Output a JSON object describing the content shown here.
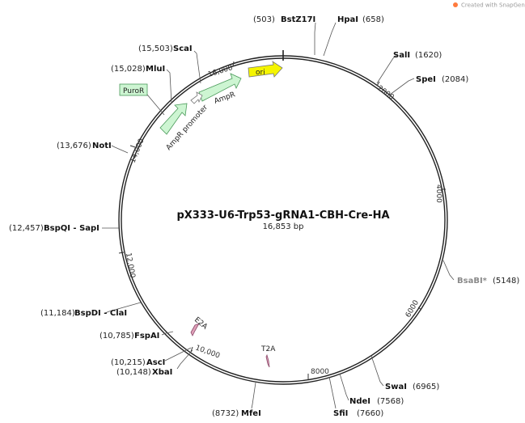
{
  "credit": "Created with SnapGene®",
  "plasmid": {
    "name": "pX333-U6-Trp53-gRNA1-CBH-Cre-HA",
    "size": "16,853 bp"
  },
  "sites": [
    {
      "id": "bstz17i",
      "pos": "(503)",
      "name": "BstZ17I"
    },
    {
      "id": "hpai",
      "name": "HpaI",
      "pos": "(658)"
    },
    {
      "id": "sali",
      "name": "SalI",
      "pos": "(1620)"
    },
    {
      "id": "spei",
      "name": "SpeI",
      "pos": "(2084)"
    },
    {
      "id": "bsabi",
      "name": "BsaBI*",
      "pos": "(5148)"
    },
    {
      "id": "swai",
      "name": "SwaI",
      "pos": "(6965)"
    },
    {
      "id": "ndei",
      "name": "NdeI",
      "pos": "(7568)"
    },
    {
      "id": "sfii",
      "name": "SfiI",
      "pos": "(7660)"
    },
    {
      "id": "mfei",
      "pos": "(8732)",
      "name": "MfeI"
    },
    {
      "id": "xbai",
      "pos": "(10,148)",
      "name": "XbaI"
    },
    {
      "id": "asci",
      "pos": "(10,215)",
      "name": "AscI"
    },
    {
      "id": "fspai",
      "pos": "(10,785)",
      "name": "FspAI"
    },
    {
      "id": "bspdi",
      "pos": "(11,184)",
      "name": "BspDI - ClaI"
    },
    {
      "id": "bspqi",
      "pos": "(12,457)",
      "name": "BspQI - SapI"
    },
    {
      "id": "noti",
      "pos": "(13,676)",
      "name": "NotI"
    },
    {
      "id": "mlui",
      "pos": "(15,028)",
      "name": "MluI"
    },
    {
      "id": "scai",
      "pos": "(15,503)",
      "name": "ScaI"
    }
  ],
  "ticks": [
    "2000",
    "4000",
    "6000",
    "8000",
    "10,000",
    "12,000",
    "14,000",
    "16,000"
  ],
  "features": {
    "ori": "ori",
    "ampr": "AmpR",
    "ampr_promoter": "AmpR promoter",
    "puror": "PuroR",
    "e2a": "E2A",
    "t2a": "T2A"
  },
  "colors": {
    "backbone": "#222222",
    "ori": "#f5f500",
    "ampr": "#cdf5d2",
    "ampr_stroke": "#4a9a5a",
    "puror": "#cdf5d2",
    "peptide": "#e0a0b8",
    "bsabi_gray": "#8a8a8a",
    "credit_logo": "#ff7a3d"
  }
}
